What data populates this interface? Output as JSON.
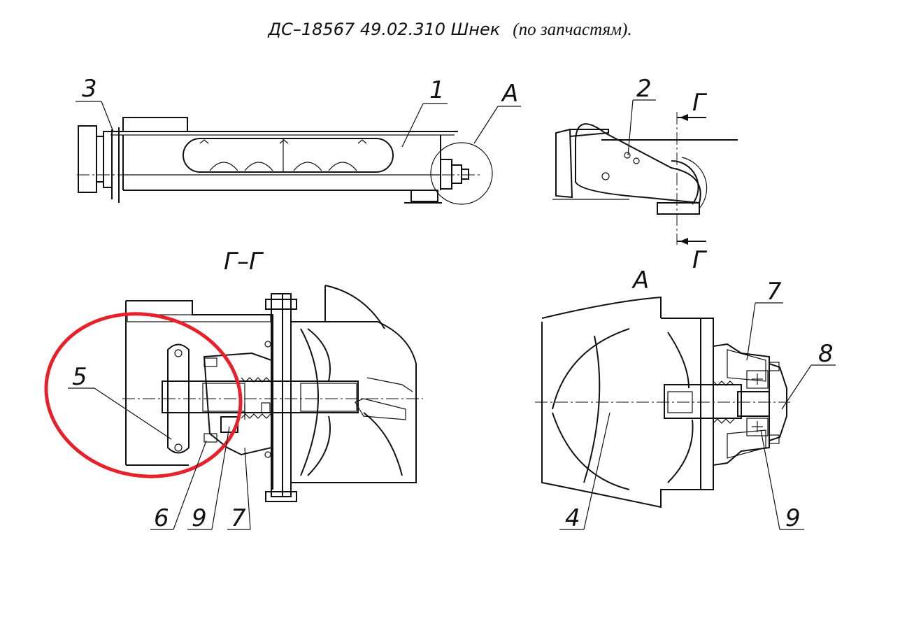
{
  "title": {
    "main": "ДС–18567 49.02.310 Шнек",
    "suffix": "(по запчастям)."
  },
  "section_labels": {
    "section_gg": "Г–Г",
    "detail_a": "А",
    "cut_top": "Г",
    "cut_bottom": "Г",
    "callout_a": "А"
  },
  "callouts": [
    "1",
    "2",
    "3",
    "4",
    "5",
    "6",
    "7",
    "8",
    "9"
  ],
  "callouts_gg": {
    "p5": "5",
    "p6": "6",
    "p9": "9",
    "p7": "7"
  },
  "callouts_a": {
    "p4": "4",
    "p7": "7",
    "p8": "8",
    "p9": "9"
  },
  "highlight_color": "#e8202a"
}
